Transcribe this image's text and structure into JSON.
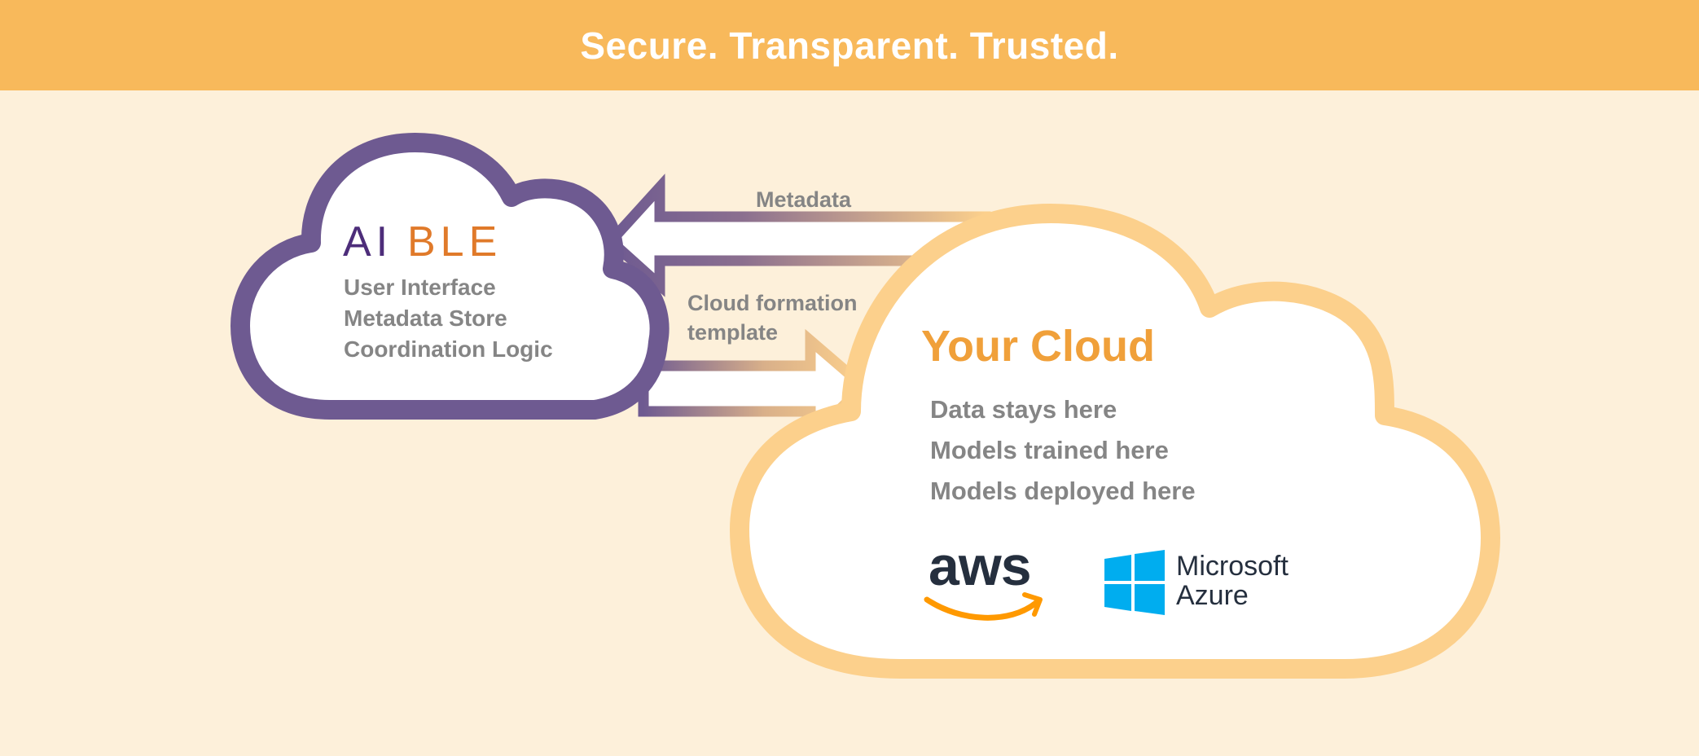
{
  "banner": {
    "title": "Secure. Transparent. Trusted."
  },
  "aible_cloud": {
    "logo": {
      "text": "AIBLE",
      "part1": "AI",
      "part2": "BLE"
    },
    "items": [
      "User Interface",
      "Metadata Store",
      "Coordination Logic"
    ]
  },
  "arrows": {
    "metadata_label": "Metadata",
    "template_label_line1": "Cloud formation",
    "template_label_line2": "template"
  },
  "your_cloud": {
    "title": "Your Cloud",
    "items": [
      "Data stays here",
      "Models trained here",
      "Models deployed here"
    ],
    "aws_logo": {
      "text": "aws"
    },
    "azure_logo": {
      "line1": "Microsoft",
      "line2": "Azure"
    }
  },
  "colors": {
    "banner": "#f8b95b",
    "background": "#fdf0da",
    "aible_purple": "#6e5a91",
    "aible_orange": "#e07a2a",
    "your_cloud_outline": "#fcd08c",
    "your_cloud_title": "#f0a03a",
    "body_text": "#858585",
    "aws_dark": "#252f3e",
    "aws_orange": "#ff9900",
    "azure_blue": "#00adef"
  }
}
